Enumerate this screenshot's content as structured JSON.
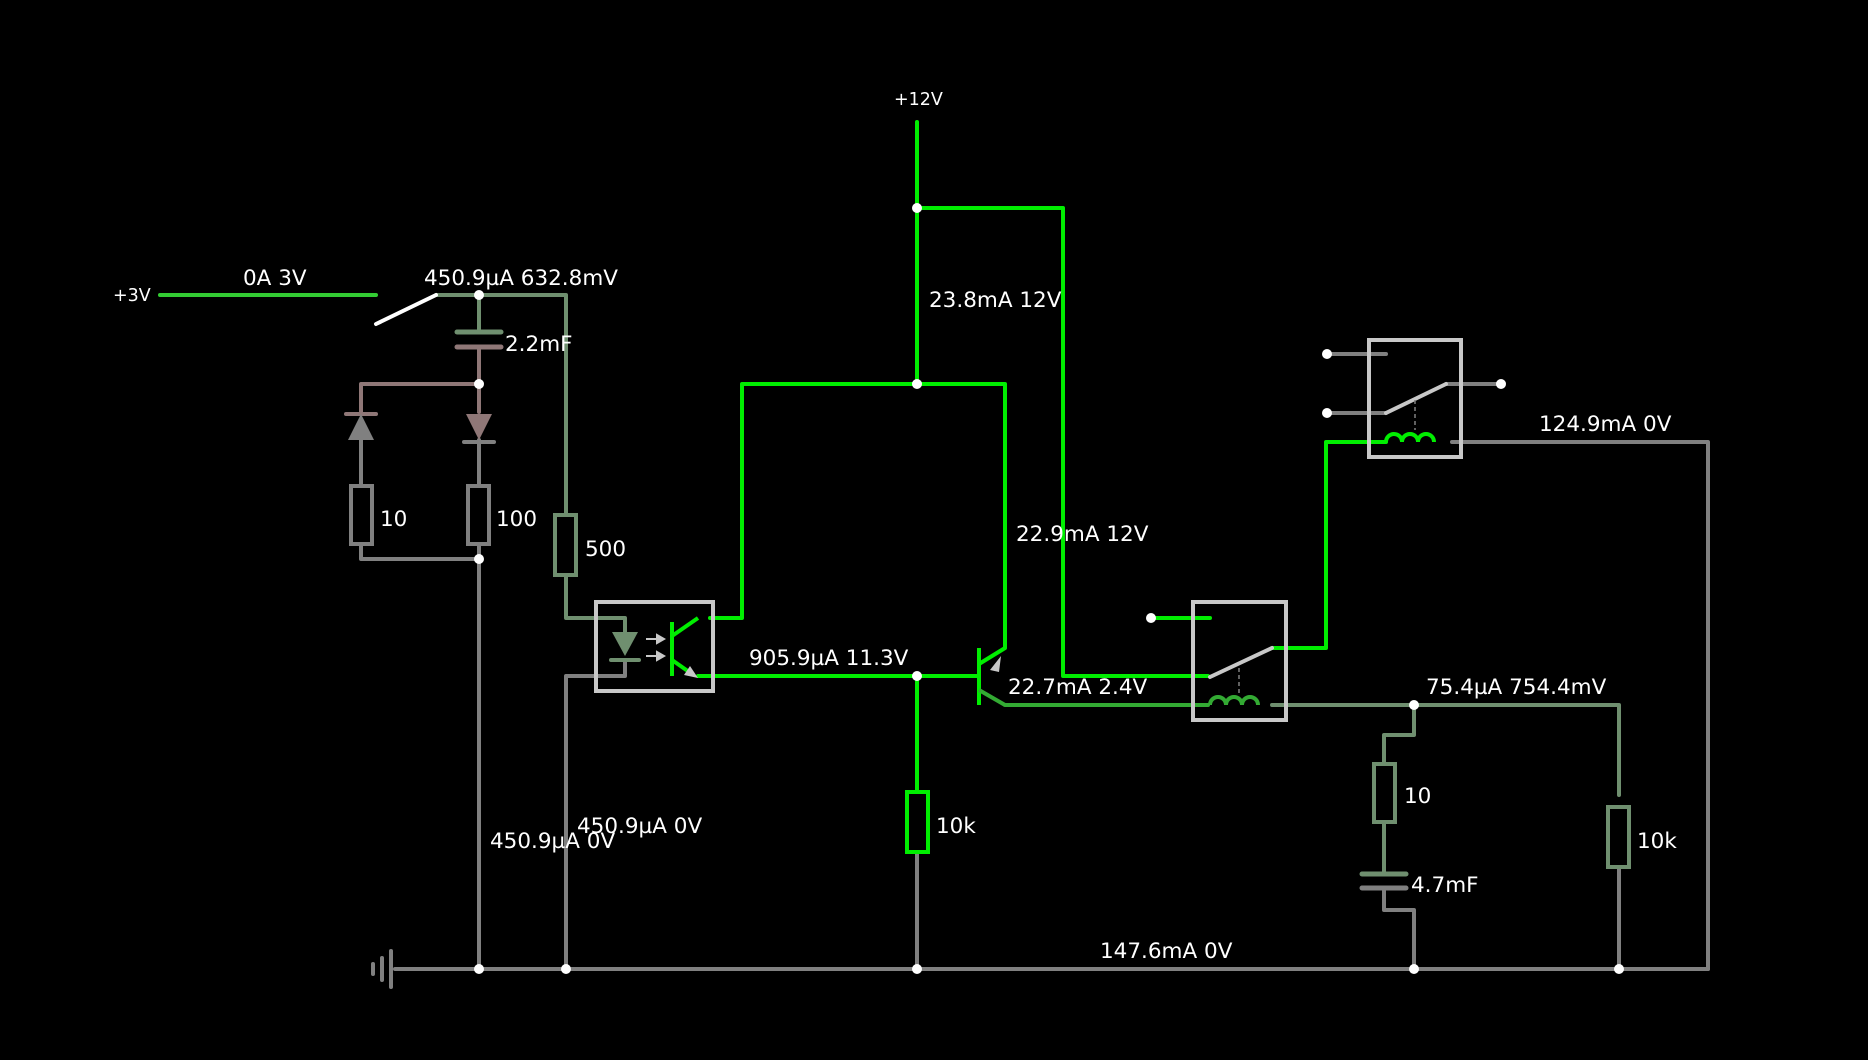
{
  "colors": {
    "background": "#000000",
    "live": "#00ee00",
    "live_mid": "#33cc33",
    "dim_green": "#6f8f6f",
    "gray": "#808080",
    "light_gray": "#c8c8c8",
    "pinkish": "#8f7777",
    "node": "#ffffff",
    "text": "#ffffff"
  },
  "sources": {
    "plus3v": "+3V",
    "plus12v": "+12V"
  },
  "readings": {
    "switch_in": "0A 3V",
    "switch_out": "450.9µA 632.8mV",
    "supply12_branch": "23.8mA 12V",
    "collector": "22.9mA 12V",
    "base": "905.9µA 11.3V",
    "emitter": "22.7mA 2.4V",
    "relay1_coil_out": "75.4µA 754.4mV",
    "relay2_coil": "124.9mA 0V",
    "ground_bus": "147.6mA 0V",
    "left_return": "450.9µA 0V",
    "opto_return": "450.9µA 0V"
  },
  "components": {
    "cap_top": "2.2mF",
    "res_10_left": "10",
    "res_100": "100",
    "res_500": "500",
    "res_base": "10k",
    "res_rc": "10",
    "cap_rc": "4.7mF",
    "res_right": "10k"
  },
  "icons": [
    "ground-icon",
    "switch-icon",
    "capacitor-icon",
    "diode-icon",
    "resistor-icon",
    "optocoupler-icon",
    "npn-transistor-icon",
    "relay-icon"
  ]
}
